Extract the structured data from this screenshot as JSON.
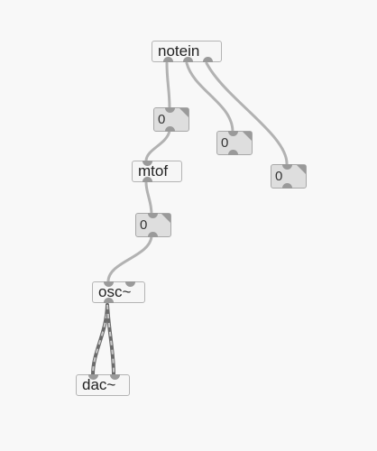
{
  "patch": {
    "objects": {
      "notein": "notein",
      "mtof": "mtof",
      "osc": "osc~",
      "dac": "dac~"
    },
    "number_boxes": {
      "pitch": "0",
      "velocity": "0",
      "channel": "0",
      "frequency": "0"
    }
  },
  "colors": {
    "canvas": "#f8f8f8",
    "object_border": "#b4b4b4",
    "number_fill": "#dedede",
    "patch_cord": "#b2b2b2",
    "signal_cord": "#6b6b6b"
  }
}
